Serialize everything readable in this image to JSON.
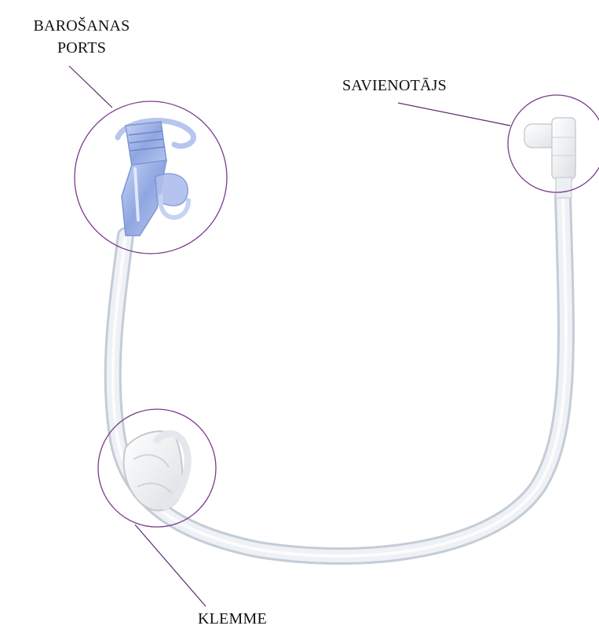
{
  "labels": {
    "feeding_port_line1": "BAROŠANAS",
    "feeding_port_line2": "PORTS",
    "connector": "SAVIENOTĀJS",
    "clamp": "KLEMME"
  },
  "colors": {
    "callout_circle": "#7a3a8c",
    "leader_line": "#5a2a6c",
    "tube": "#e6ebf1",
    "tube_edge": "#c4ccd6",
    "port_blue": "#9fb4e8",
    "connector_white": "#f7f7f7"
  }
}
